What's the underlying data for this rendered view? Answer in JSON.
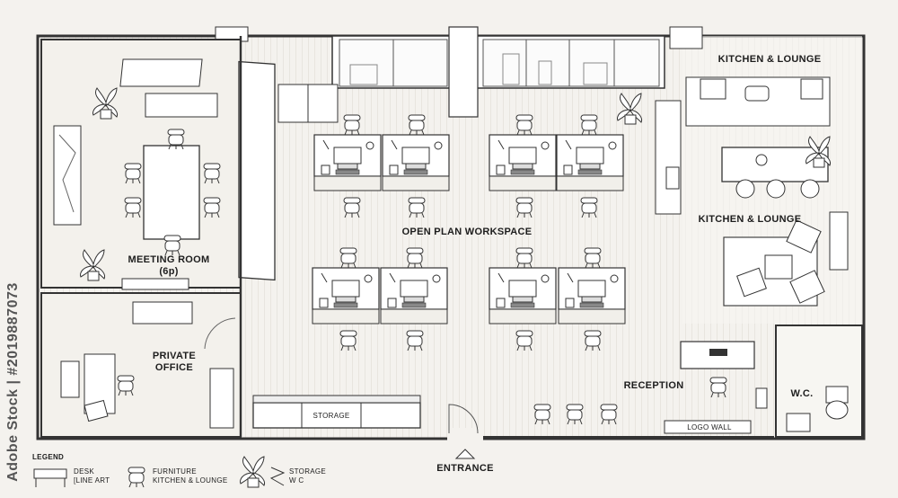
{
  "rooms": {
    "meeting_room": "MEETING ROOM",
    "meeting_room_capacity": "(6p)",
    "private_office_line1": "PRIVATE",
    "private_office_line2": "OFFICE",
    "open_plan": "OPEN PLAN WORKSPACE",
    "kitchen_top": "KITCHEN & LOUNGE",
    "kitchen_mid": "KITCHEN & LOUNGE",
    "reception": "RECEPTION",
    "wc": "W.C.",
    "storage": "STORAGE",
    "logo_wall": "LOGO WALL",
    "entrance": "ENTRANCE"
  },
  "legend": {
    "title": "LEGEND",
    "item1_line1": "DESK",
    "item1_line2": "[LINE ART",
    "item2_line1": "FURNITURE",
    "item2_line2": "KITCHEN & LOUNGE",
    "item3_line1": "STORAGE",
    "item3_line2": "W C"
  },
  "stock_id": "Adobe Stock | #2019887073",
  "icons": [
    "plant-icon",
    "chair-icon",
    "desk-icon",
    "storage-icon",
    "monitor-icon",
    "sink-icon",
    "toilet-icon",
    "tv-icon",
    "arrow-up-icon"
  ]
}
